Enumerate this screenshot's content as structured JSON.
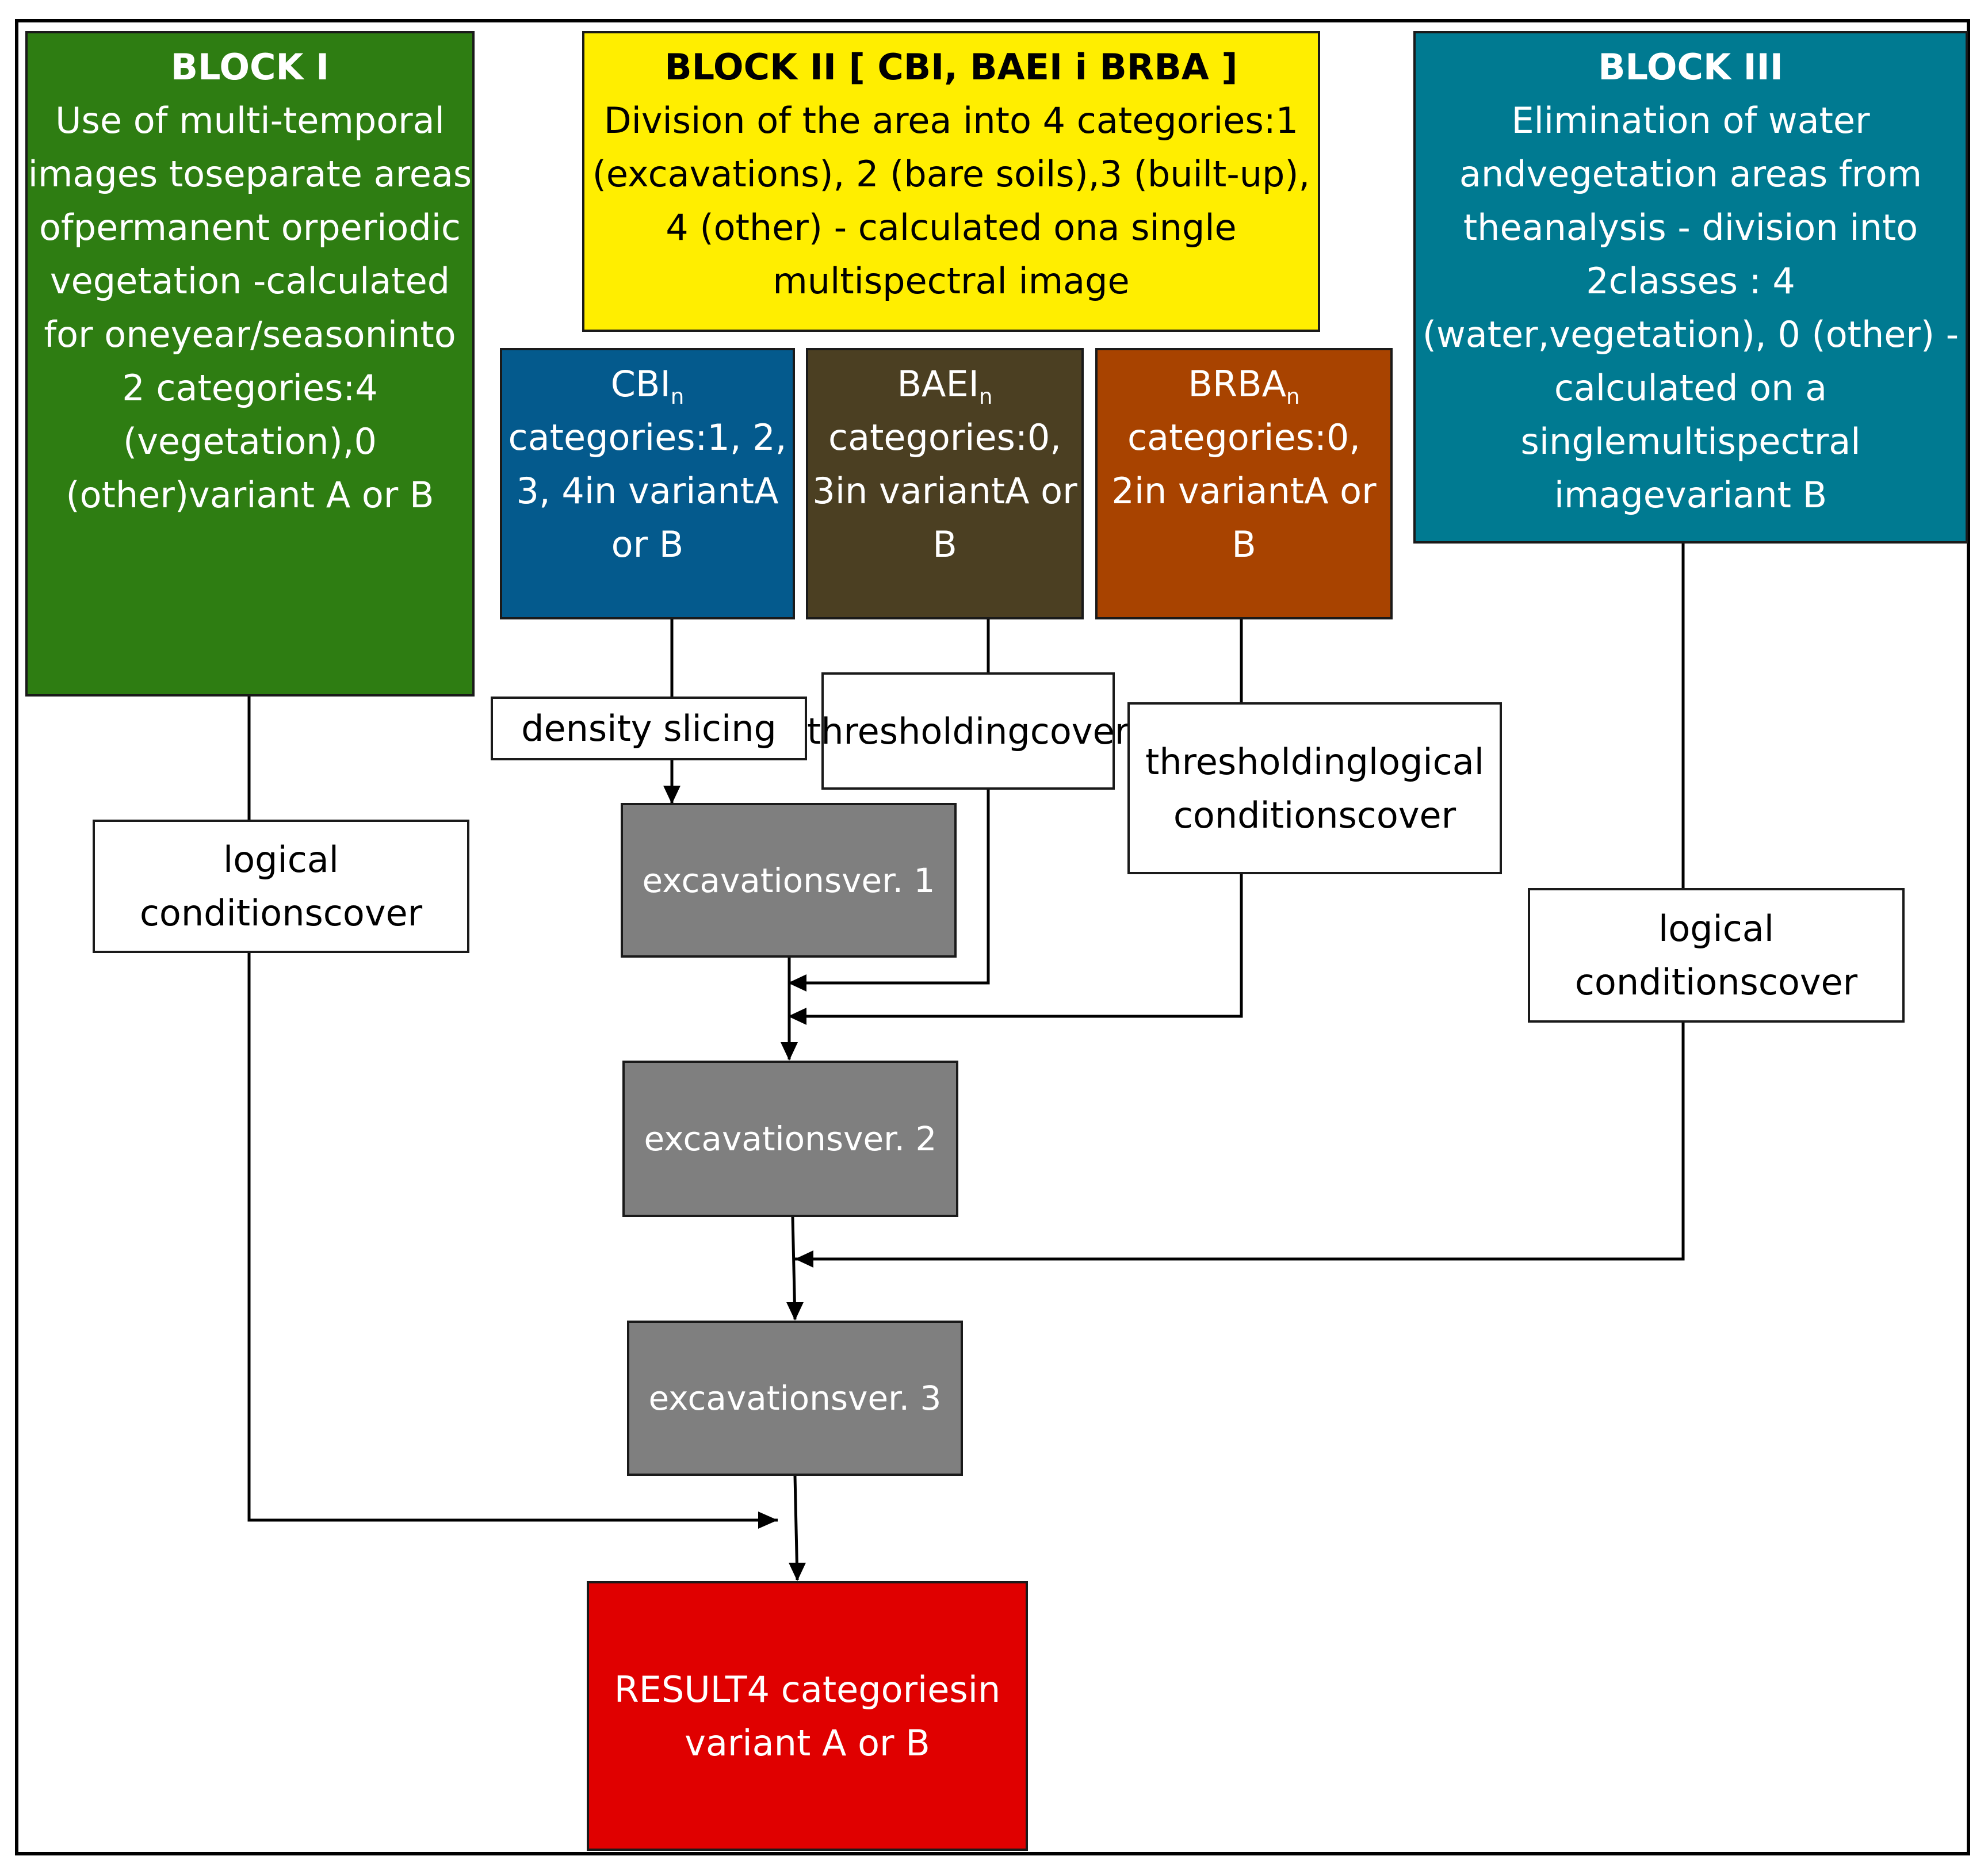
{
  "block1": {
    "title": "BLOCK I",
    "lines": [
      "Use of multi-",
      "temporal images to",
      "separate areas of",
      "permanent or",
      "periodic vegetation -",
      "calculated for one",
      "year/season",
      "into 2 categories:",
      "4 (vegetation),",
      "0 (other)",
      "variant A or B"
    ],
    "color": "#2e7d12"
  },
  "block2": {
    "title": "BLOCK II [ CBI, BAEI i BRBA ]",
    "lines": [
      "Division of the area into 4 categories:",
      "1 (excavations), 2 (bare soils),",
      "3 (built-up), 4 (other) - calculated on",
      "a single multispectral image"
    ],
    "color": "#ffee00"
  },
  "block3": {
    "title": "BLOCK III",
    "lines": [
      "Elimination of water and",
      "vegetation areas from the",
      "analysis - division into 2",
      "classes : 4 (water,",
      "vegetation), 0 (other) -",
      "calculated on a single",
      "multispectral image",
      "variant B"
    ],
    "color": "#007a91"
  },
  "cbi": {
    "name": "CBI",
    "sub": "n",
    "lines": [
      "categories:",
      "1, 2, 3, 4",
      "in variant",
      "A or B"
    ],
    "color": "#045a8d"
  },
  "baei": {
    "name": "BAEI",
    "sub": "n",
    "lines": [
      "categories:",
      "0, 3",
      "in variant",
      "A or B"
    ],
    "color": "#4b3f22"
  },
  "brba": {
    "name": "BRBA",
    "sub": "n",
    "lines": [
      "categories:",
      "0, 2",
      "in variant",
      "A or B"
    ],
    "color": "#a84300"
  },
  "ops": {
    "density_slicing": [
      "density slicing"
    ],
    "baei_threshold": [
      "thresholding",
      "cover"
    ],
    "brba_threshold": [
      "thresholding",
      "logical conditions",
      "cover"
    ],
    "block1_logic": [
      "logical conditions",
      "cover"
    ],
    "block3_logic": [
      "logical conditions",
      "cover"
    ]
  },
  "excavations": {
    "v1": [
      "excavations",
      "ver. 1"
    ],
    "v2": [
      "excavations",
      "ver. 2"
    ],
    "v3": [
      "excavations",
      "ver. 3"
    ],
    "color": "#7f7f7f"
  },
  "result": {
    "lines": [
      "RESULT",
      "4 categories",
      "in variant A or B"
    ],
    "color": "#e00000"
  }
}
